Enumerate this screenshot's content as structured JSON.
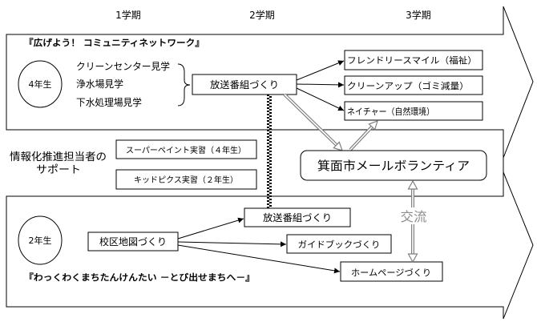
{
  "terms": [
    "1学期",
    "2学期",
    "3学期"
  ],
  "grade4": {
    "title": "『広げよう！ コミュニティネットワーク』",
    "grade_label": "4年生",
    "visits": [
      "クリーンセンター見学",
      "浄水場見学",
      "下水処理場見学"
    ],
    "broadcast": "放送番組づくり",
    "outcomes": [
      "フレンドリースマイル（福祉）",
      "クリーンアップ（ゴミ減量）",
      "ネイチャー（自然環境）"
    ]
  },
  "support": {
    "label_line1": "情報化推進担当者の",
    "label_line2": "サポート",
    "sessions": [
      "スーパーペイント実習（４年生）",
      "キッドピクス実習（２年生）"
    ],
    "volunteer": "箕面市メールボランティア"
  },
  "grade2": {
    "title": "『わっくわくまちたんけんたい －とび出せまちへ－』",
    "grade_label": "2年生",
    "map": "校区地図づくり",
    "outputs": [
      "放送番組づくり",
      "ガイドブックづくり",
      "ホームページづくり"
    ],
    "exchange": "交流"
  },
  "colors": {
    "line": "#000000",
    "double_arrow": "#808080",
    "exchange_text": "#8c8c8c"
  }
}
